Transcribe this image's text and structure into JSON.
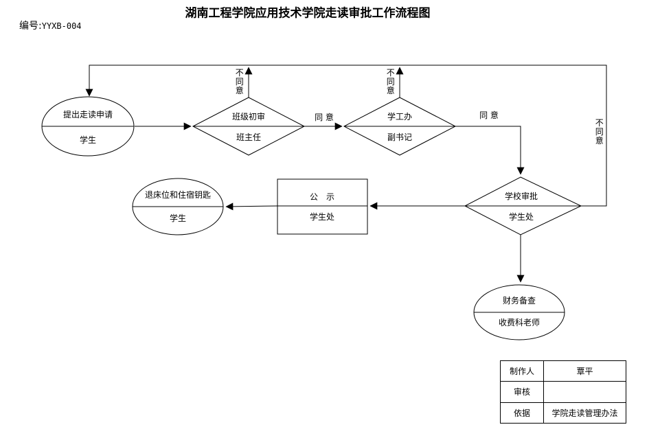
{
  "page": {
    "title": "湖南工程学院应用技术学院走读审批工作流程图",
    "doc_number_label": "编号:",
    "doc_number": "YYXB-004"
  },
  "nodes": {
    "apply": {
      "title": "提出走读申请",
      "actor": "学生"
    },
    "class_review": {
      "title": "班级初审",
      "actor": "班主任"
    },
    "student_office": {
      "title": "学工办",
      "actor": "副书记"
    },
    "school_approval": {
      "title": "学校审批",
      "actor": "学生处"
    },
    "publicity": {
      "title": "公　示",
      "actor": "学生处"
    },
    "return_bed": {
      "title": "退床位和住宿钥匙",
      "actor": "学生"
    },
    "finance": {
      "title": "财务备查",
      "actor": "收费科老师"
    }
  },
  "edges": {
    "agree_1": "同 意",
    "agree_2": "同 意",
    "disagree_1": "不同意",
    "disagree_2": "不同意",
    "disagree_3": "不同意"
  },
  "table": {
    "rows": [
      {
        "label": "制作人",
        "value": "覃平"
      },
      {
        "label": "审核",
        "value": ""
      },
      {
        "label": "依据",
        "value": "学院走读管理办法"
      }
    ]
  },
  "colors": {
    "line": "#000000",
    "background": "#ffffff"
  }
}
